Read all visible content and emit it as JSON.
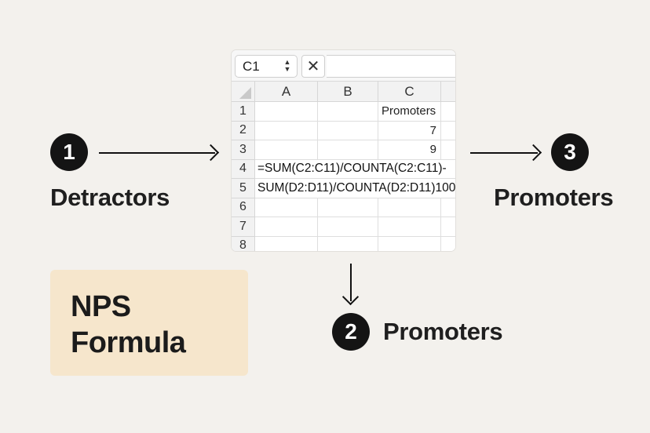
{
  "steps": [
    {
      "number": "1",
      "label": "Detractors"
    },
    {
      "number": "2",
      "label": "Promoters"
    },
    {
      "number": "3",
      "label": "Promoters"
    }
  ],
  "card": {
    "line1": "NPS",
    "line2": "Formula"
  },
  "sheet": {
    "name_box": "C1",
    "stepper_glyph": "▲▼",
    "cancel_glyph": "✕",
    "columns": [
      "A",
      "B",
      "C"
    ],
    "rows": [
      "1",
      "2",
      "3",
      "4",
      "5",
      "6",
      "7",
      "8"
    ],
    "cells": {
      "C1": "Promoters",
      "C2": "7",
      "C3": "9"
    },
    "row4_formula": "=SUM(C2:C11)/COUNTA(C2:C11)-",
    "row5_formula": "SUM(D2:D11)/COUNTA(D2:D11)100"
  },
  "colors": {
    "background": "#f3f1ed",
    "badge": "#141414",
    "card": "#f6e6cc"
  }
}
